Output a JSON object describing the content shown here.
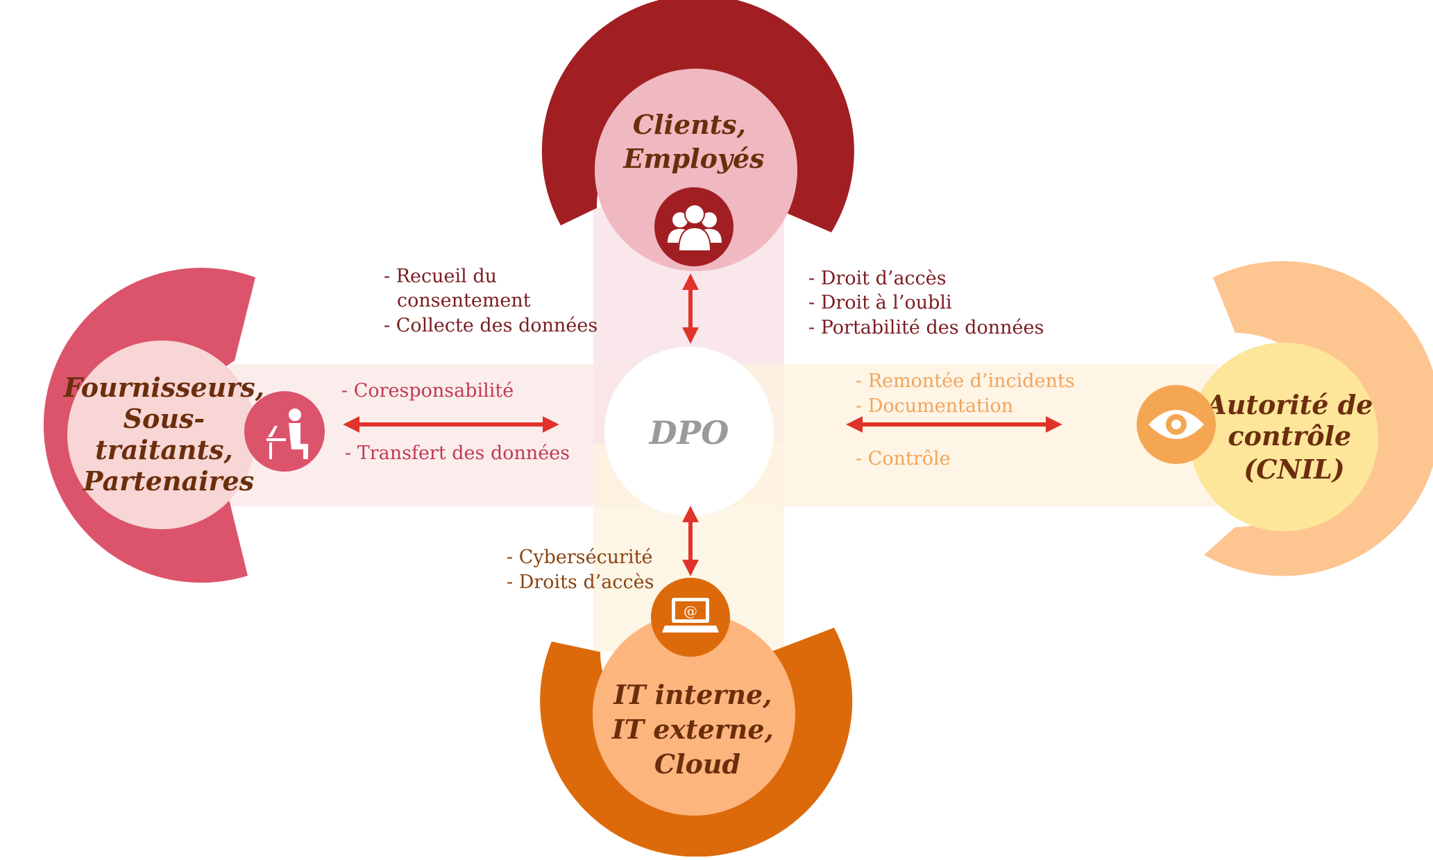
{
  "center": {
    "label": "DPO"
  },
  "nodes": {
    "top": {
      "lines": [
        "Clients,",
        "Employés"
      ],
      "icon": "group-users-icon",
      "ring_color": "#a11f22",
      "inner_color": "#f0b9c2",
      "icon_color": "#a11f22"
    },
    "left": {
      "lines": [
        "Fournisseurs,",
        "Sous-",
        "traitants,",
        "Partenaires"
      ],
      "icon": "person-at-laptop-icon",
      "ring_color": "#dc546c",
      "inner_color": "#f8d6d6",
      "icon_color": "#dc546c"
    },
    "right": {
      "lines": [
        "Autorité de",
        "contrôle",
        "(CNIL)"
      ],
      "icon": "eye-icon",
      "ring_color": "#fdc590",
      "inner_color": "#fde59a",
      "icon_color": "#f5a653"
    },
    "bottom": {
      "lines": [
        "IT interne,",
        "IT externe,",
        "Cloud"
      ],
      "icon": "laptop-email-icon",
      "ring_color": "#dc6a0a",
      "inner_color": "#fdb57e",
      "icon_color": "#dc6a0a"
    }
  },
  "notes": {
    "top_left": [
      "- Recueil du",
      "consentement",
      "- Collecte des données"
    ],
    "top_right": [
      "- Droit d’accès",
      "- Droit à l’oubli",
      "- Portabilité des données"
    ],
    "left_above": [
      "- Coresponsabilité"
    ],
    "left_below": [
      "- Transfert des données"
    ],
    "right_above": [
      "- Remontée d’incidents",
      "- Documentation"
    ],
    "right_below": [
      "- Contrôle"
    ],
    "bottom_left": [
      "- Cybersécurité",
      "- Droits d’accès"
    ]
  },
  "icon_glyphs": {
    "laptop": "@"
  },
  "colors": {
    "arrow": "#e0332a"
  }
}
